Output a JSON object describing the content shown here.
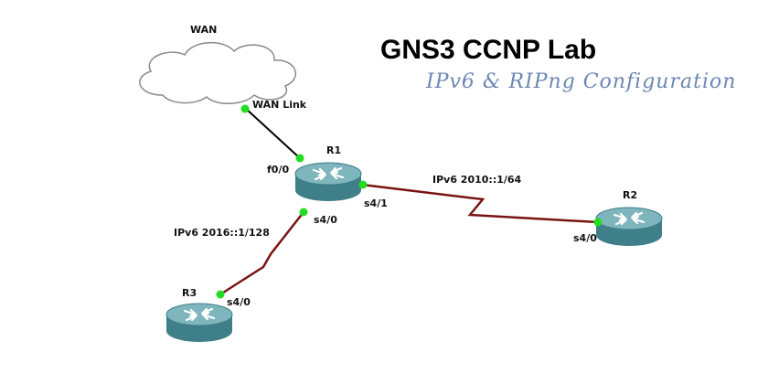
{
  "title": "GNS3 CCNP Lab",
  "subtitle": "IPv6 & RIPng Configuration",
  "colors": {
    "ethernet_link": "#000000",
    "serial_link": "#7a1414",
    "port_dot": "#22dd22",
    "router_top": "#7fb5bd",
    "router_side": "#3f7f89",
    "subtitle": "#6b87b3"
  },
  "cloud": {
    "label": "WAN",
    "icon": "cloud-icon",
    "port": "WAN Link"
  },
  "routers": {
    "r1": {
      "name": "R1",
      "icon": "router-icon",
      "ports": {
        "f0_0": "f0/0",
        "s4_1": "s4/1",
        "s4_0": "s4/0"
      }
    },
    "r2": {
      "name": "R2",
      "icon": "router-icon",
      "ports": {
        "s4_0": "s4/0"
      }
    },
    "r3": {
      "name": "R3",
      "icon": "router-icon",
      "ports": {
        "s4_0": "s4/0"
      }
    }
  },
  "links": {
    "r1_r2": {
      "label": "IPv6 2010::1/64",
      "type": "serial"
    },
    "r1_r3": {
      "label": "IPv6 2016::1/128",
      "type": "serial"
    },
    "wan_r1": {
      "type": "ethernet"
    }
  }
}
